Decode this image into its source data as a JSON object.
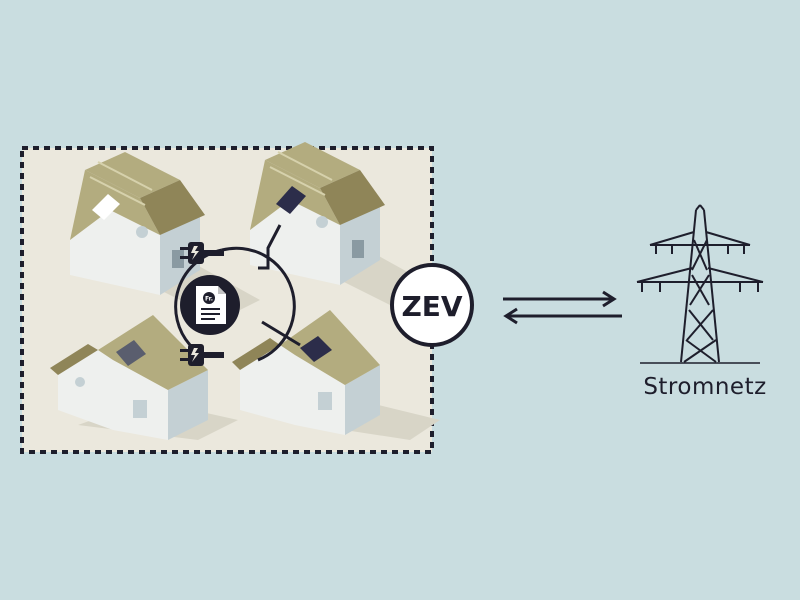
{
  "hub": {
    "label": "ZEV"
  },
  "grid": {
    "label": "Stromnetz"
  },
  "document": {
    "badge": "Fr."
  },
  "colors": {
    "background": "#c9dde0",
    "community_fill": "#ebe8dd",
    "roof": "#b3ac7f",
    "roof_dark": "#8f8558",
    "wall_light": "#eef0ee",
    "wall_shade": "#c4d0d4",
    "panel": "#2c2d4a",
    "ink": "#1e1e2c"
  },
  "icons": [
    "house-icon",
    "solar-panel-icon",
    "plug-icon",
    "invoice-document-icon",
    "exchange-arrows-icon",
    "power-pylon-icon"
  ]
}
